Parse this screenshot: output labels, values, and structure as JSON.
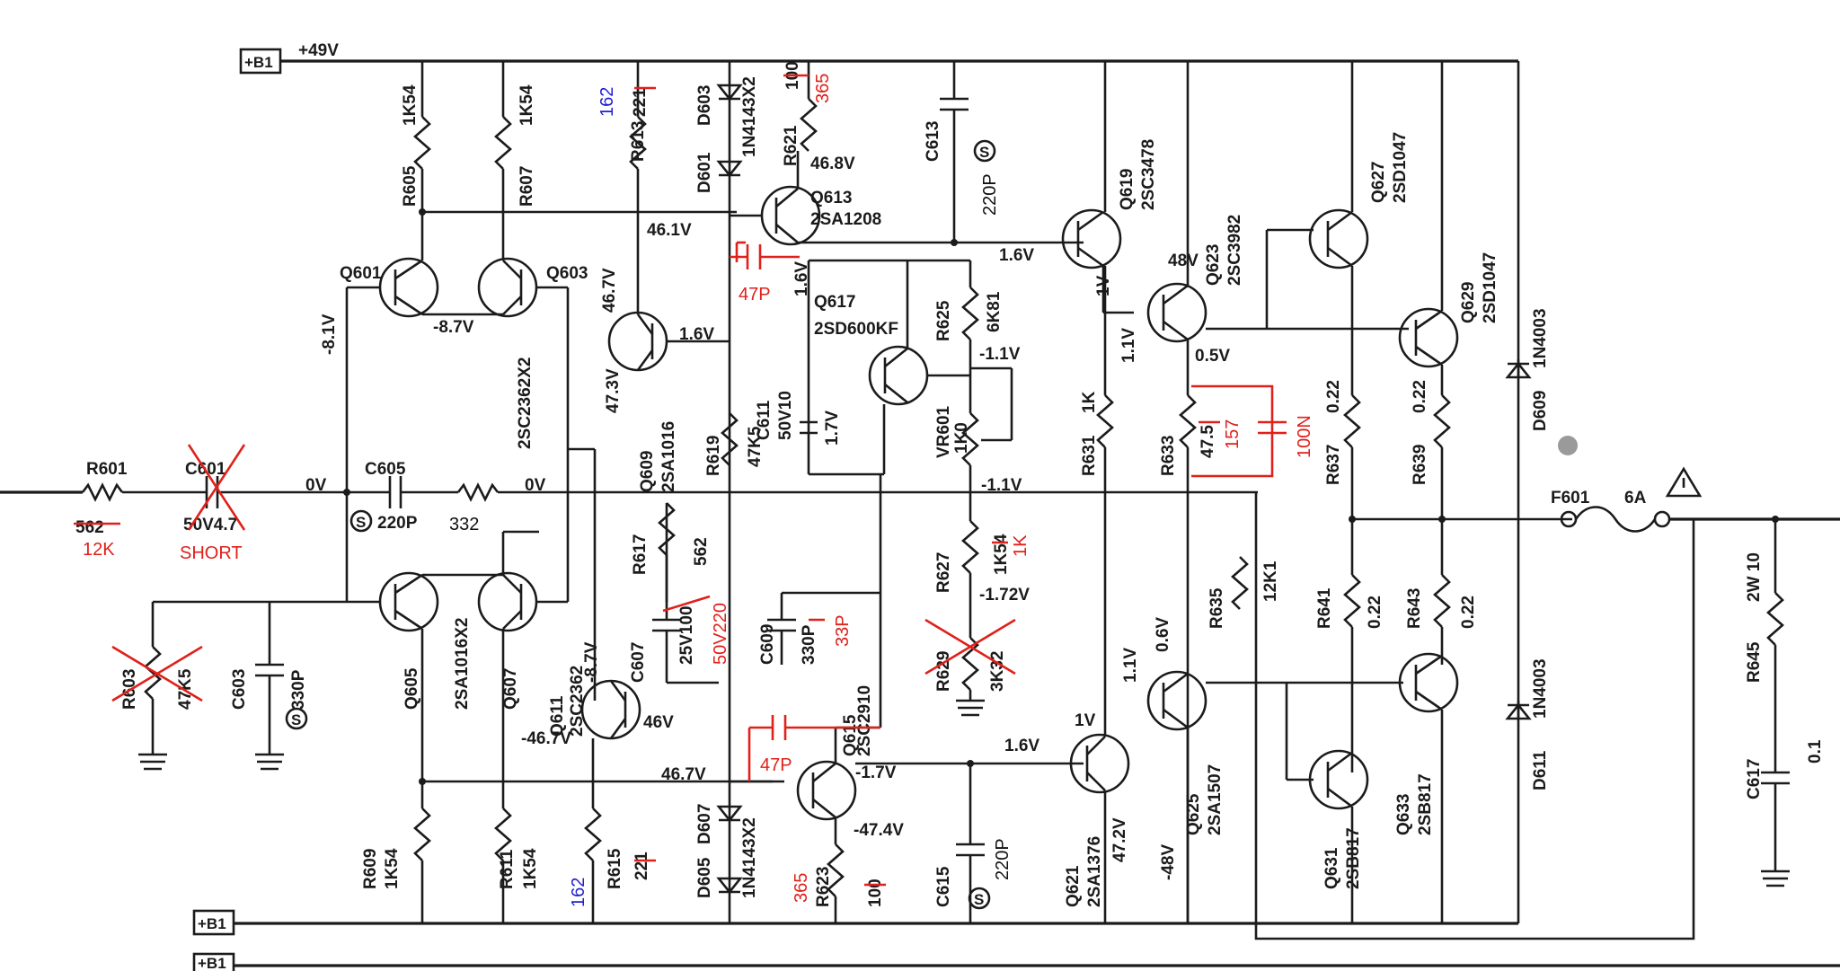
{
  "rails": {
    "top_tag": "+B1",
    "top_voltage": "+49V",
    "bottom_tag": "+B1",
    "bottom_tag2": "+B1"
  },
  "fuse": {
    "ref": "F601",
    "rating": "6A"
  },
  "parts": {
    "R601": {
      "ref": "R601",
      "old": "562",
      "new": "12K"
    },
    "C601": {
      "ref": "C601",
      "old": "50V4.7",
      "new": "SHORT"
    },
    "C605": {
      "ref": "C605",
      "val": "220P",
      "note": "332"
    },
    "R605": {
      "ref": "R605",
      "val": "1K54"
    },
    "R607": {
      "ref": "R607",
      "val": "1K54"
    },
    "R613": {
      "ref": "R613",
      "old": "221",
      "new": "162"
    },
    "R621": {
      "ref": "R621",
      "old": "100",
      "new": "365"
    },
    "C613": {
      "ref": "C613",
      "val": "220P"
    },
    "D601": {
      "ref": "D601"
    },
    "D603": {
      "ref": "D603",
      "val": "1N4143X2"
    },
    "Q613": {
      "ref": "Q613",
      "type": "2SA1208"
    },
    "Q601": {
      "ref": "Q601"
    },
    "Q603": {
      "ref": "Q603"
    },
    "Q601_603": {
      "type": "2SC2362X2"
    },
    "Q609": {
      "ref": "Q609",
      "type": "2SA1016"
    },
    "R619": {
      "ref": "R619",
      "val": "47K5"
    },
    "C611": {
      "ref": "C611",
      "val": "50V10"
    },
    "Q617": {
      "ref": "Q617",
      "type": "2SD600KF"
    },
    "R625": {
      "ref": "R625",
      "val": "6K81"
    },
    "VR601": {
      "ref": "VR601",
      "val": "1K0"
    },
    "R627": {
      "ref": "R627",
      "old": "1K54",
      "new": "1K"
    },
    "R629": {
      "ref": "R629",
      "val": "3K32"
    },
    "Q619": {
      "ref": "Q619",
      "type": "2SC3478"
    },
    "Q623": {
      "ref": "Q623",
      "type": "2SC3982"
    },
    "Q627": {
      "ref": "Q627",
      "type": "2SD1047"
    },
    "Q629": {
      "ref": "Q629",
      "type": "2SD1047"
    },
    "R631": {
      "ref": "R631",
      "val": "1K"
    },
    "R633": {
      "ref": "R633",
      "old": "47.5",
      "new": "157",
      "cap": "100N"
    },
    "R637": {
      "ref": "R637",
      "val": "0.22"
    },
    "R639": {
      "ref": "R639",
      "val": "0.22"
    },
    "D609": {
      "ref": "D609",
      "val": "1N4003"
    },
    "D611": {
      "ref": "D611",
      "val": "1N4003"
    },
    "R603": {
      "ref": "R603",
      "val": "47K5"
    },
    "C603": {
      "ref": "C603",
      "val": "330P"
    },
    "Q605": {
      "ref": "Q605"
    },
    "Q607": {
      "ref": "Q607"
    },
    "Q605_607": {
      "type": "2SA1016X2"
    },
    "R617": {
      "ref": "R617",
      "val": "562"
    },
    "C607": {
      "ref": "C607",
      "old": "25V100",
      "new": "50V220"
    },
    "C609": {
      "ref": "C609",
      "old": "330P",
      "new": "33P"
    },
    "Q611": {
      "ref": "Q611",
      "type": "2SC2362"
    },
    "Q615": {
      "ref": "Q615",
      "type": "2SC2910"
    },
    "R635": {
      "ref": "R635",
      "val": "12K1"
    },
    "R641": {
      "ref": "R641",
      "val": "0.22"
    },
    "R643": {
      "ref": "R643",
      "val": "0.22"
    },
    "Q621": {
      "ref": "Q621",
      "type": "2SA1376"
    },
    "Q625": {
      "ref": "Q625",
      "type": "2SA1507"
    },
    "Q631": {
      "ref": "Q631",
      "type": "2SB817"
    },
    "Q633": {
      "ref": "Q633",
      "type": "2SB817"
    },
    "R609": {
      "ref": "R609",
      "val": "1K54"
    },
    "R611": {
      "ref": "R611",
      "val": "1K54"
    },
    "R615": {
      "ref": "R615",
      "old": "221",
      "new": "162"
    },
    "D605": {
      "ref": "D605"
    },
    "D607": {
      "ref": "D607",
      "val": "1N4143X2"
    },
    "R623": {
      "ref": "R623",
      "old": "100",
      "new": "365"
    },
    "C615": {
      "ref": "C615",
      "val": "220P"
    },
    "R645": {
      "ref": "R645",
      "val": "2W 10"
    },
    "C617": {
      "ref": "C617",
      "val": "0.1"
    }
  },
  "voltages": {
    "v_468": "46.8V",
    "v_461": "46.1V",
    "v_467": "46.7V",
    "v_16a": "1.6V",
    "v_16b": "1.6V",
    "v_16c": "1.6V",
    "v_16d": "1.6V",
    "v_n81": "-8.1V",
    "v_n87a": "-8.7V",
    "v_n87b": "-8.7V",
    "v_473": "47.3V",
    "v_17": "1.7V",
    "v_n11a": "-1.1V",
    "v_n11b": "-1.1V",
    "v_n172": "-1.72V",
    "v_0a": "0V",
    "v_0b": "0V",
    "v_48": "48V",
    "v_1v": "1V",
    "v_11a": "1.1V",
    "v_05a": "0.5V",
    "v_05b": "0.6V",
    "v_11b": "1.1V",
    "v_1v_b": "1V",
    "v_472": "47.2V",
    "v_n48": "-48V",
    "v_46": "46V",
    "v_n467": "-46.7V",
    "v_467b": "46.7V",
    "v_n17": "-1.7V",
    "v_n474": "-47.4V"
  },
  "annot": {
    "cap47a": "47P",
    "cap47b": "47P",
    "s": "S"
  }
}
